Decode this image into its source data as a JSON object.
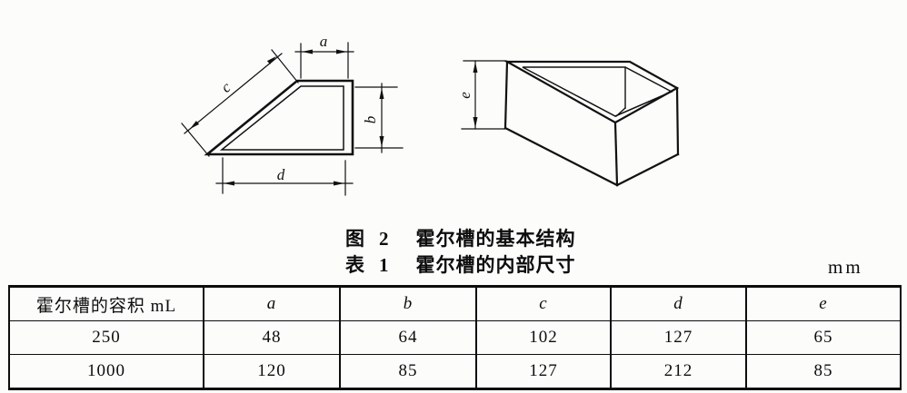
{
  "dimensions": {
    "a": "a",
    "b": "b",
    "c": "c",
    "d": "d",
    "e": "e"
  },
  "captions": {
    "figure": {
      "label": "图",
      "number": "2",
      "title": "霍尔槽的基本结构"
    },
    "table": {
      "label": "表",
      "number": "1",
      "title": "霍尔槽的内部尺寸"
    }
  },
  "unit": "mm",
  "table": {
    "headers": [
      "霍尔槽的容积  mL",
      "a",
      "b",
      "c",
      "d",
      "e"
    ],
    "rows": [
      [
        "250",
        "48",
        "64",
        "102",
        "127",
        "65"
      ],
      [
        "1000",
        "120",
        "85",
        "127",
        "212",
        "85"
      ]
    ]
  }
}
